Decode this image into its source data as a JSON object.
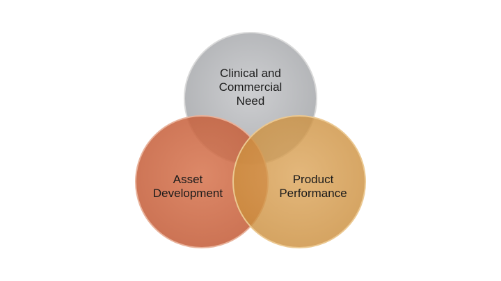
{
  "diagram": {
    "circles": [
      {
        "key": "top",
        "label": "Clinical and\nCommercial\nNeed",
        "color": "#b8babd"
      },
      {
        "key": "left",
        "label": "Asset\nDevelopment",
        "color": "#cf6a45"
      },
      {
        "key": "right",
        "label": "Product\nPerformance",
        "color": "#d49a49"
      }
    ]
  }
}
